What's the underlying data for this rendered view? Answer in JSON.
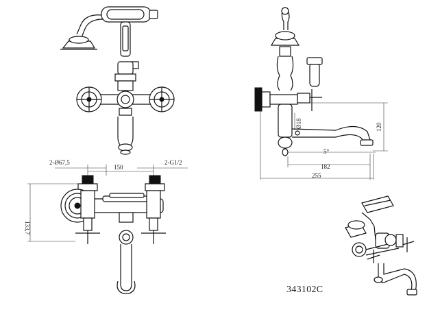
{
  "drawing": {
    "model_code": "343102C",
    "dimensions": {
      "spout_diameter": "2-Ø67,5",
      "center_distance": "150",
      "thread": "2-G1/2",
      "height_left": "133,7",
      "ring_diameter": "Ø18",
      "height_right": "120",
      "angle": "5°",
      "reach_inner": "182",
      "reach_total": "255"
    }
  }
}
